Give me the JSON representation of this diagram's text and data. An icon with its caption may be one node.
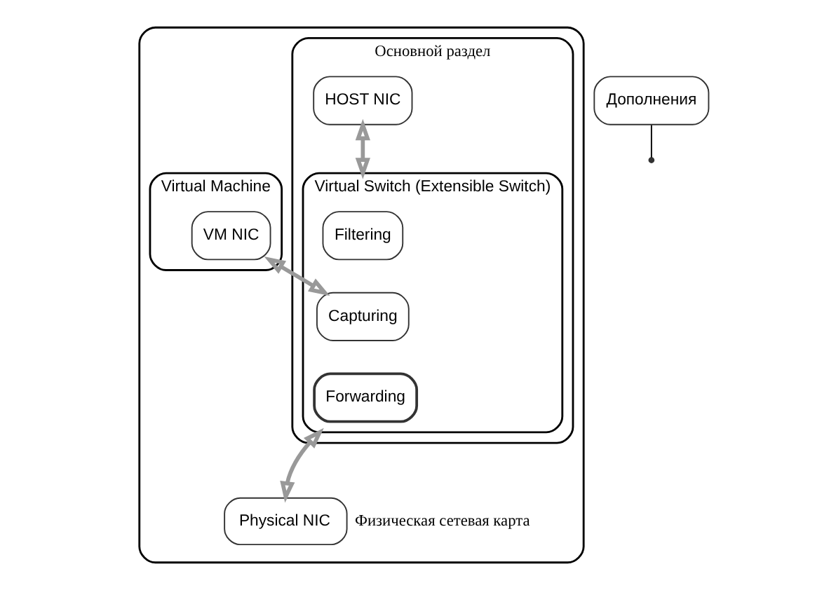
{
  "diagram": {
    "nodes": [
      {
        "text": [],
        "shape": "box"
      },
      {
        "text": [
          "Основной раздел"
        ],
        "in": 0
      },
      {
        "text": [
          "HOST NIC"
        ],
        "in": 1
      },
      {
        "text": [
          "Virtual Switch (Extensible Switch)"
        ],
        "in": 1
      },
      {
        "text": [
          "Filtering"
        ],
        "in": 3
      },
      {
        "text": [
          "Capturing"
        ],
        "in": 3
      },
      {
        "text": [
          "Forwarding"
        ],
        "in": 3
      },
      {
        "text": [
          "Virtual Machine"
        ],
        "in": 0
      },
      {
        "text": [
          "VM NIC"
        ],
        "in": 7
      },
      {
        "text": [
          "Physical NIC"
        ],
        "in": 0,
        "beside": [
          "Физическая сетевая карта"
        ]
      },
      {
        "text": [
          "Дополнения"
        ]
      }
    ],
    "edges": [
      {
        "from": 2,
        "to": 3,
        "arrow": "both"
      },
      {
        "from": 3,
        "to": 9,
        "arrow": "both"
      },
      {
        "from": 8,
        "to": 5,
        "arrow": "both"
      },
      {
        "from": 10,
        "to": null,
        "arrow": "none",
        "color": "#000000"
      }
    ]
  }
}
